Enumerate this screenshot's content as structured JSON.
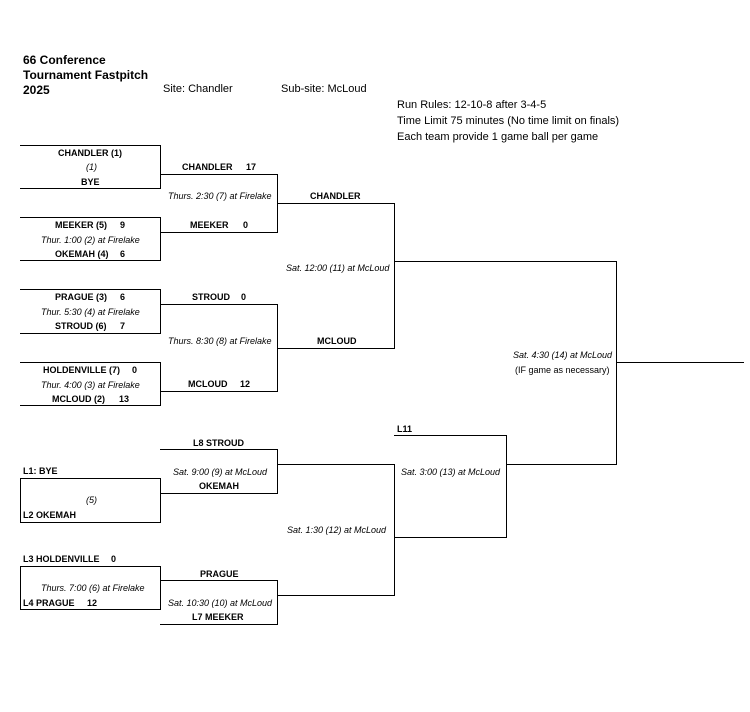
{
  "header": {
    "title_line1": "66 Conference",
    "title_line2": "Tournament Fastpitch",
    "title_line3": "2025",
    "site": "Site: Chandler",
    "subsite": "Sub-site: McLoud"
  },
  "rules": {
    "line1": "Run Rules: 12-10-8 after 3-4-5",
    "line2": "Time Limit 75 minutes (No time limit on finals)",
    "line3": "Each team provide 1 game ball per game"
  },
  "round1": {
    "g1": {
      "top": "CHANDLER (1)",
      "note": "(1)",
      "bottom": "BYE"
    },
    "g2": {
      "top": "MEEKER (5)",
      "top_score": "9",
      "note": "Thur. 1:00 (2) at Firelake",
      "bottom": "OKEMAH (4)",
      "bottom_score": "6"
    },
    "g3": {
      "top": "PRAGUE (3)",
      "top_score": "6",
      "note": "Thur. 5:30 (4) at Firelake",
      "bottom": "STROUD (6)",
      "bottom_score": "7"
    },
    "g4": {
      "top": "HOLDENVILLE (7)",
      "top_score": "0",
      "note": "Thur. 4:00 (3) at Firelake",
      "bottom": "MCLOUD (2)",
      "bottom_score": "13"
    }
  },
  "round2": {
    "g7": {
      "top": "CHANDLER",
      "top_score": "17",
      "note": "Thurs. 2:30 (7) at Firelake",
      "bottom": "MEEKER",
      "bottom_score": "0"
    },
    "g8": {
      "top": "STROUD",
      "top_score": "0",
      "note": "Thurs. 8:30 (8) at Firelake",
      "bottom": "MCLOUD",
      "bottom_score": "12"
    }
  },
  "semis": {
    "top": "CHANDLER",
    "note": "Sat. 12:00 (11) at McLoud",
    "bottom": "MCLOUD"
  },
  "final": {
    "note": "Sat. 4:30 (14) at McLoud",
    "note2": "(IF game as necessary)"
  },
  "loser": {
    "l1": "L1: BYE",
    "g5_note": "(5)",
    "l2": "L2 OKEMAH",
    "l3": "L3 HOLDENVILLE",
    "l3_score": "0",
    "g6_note": "Thurs. 7:00 (6) at Firelake",
    "l4": "L4 PRAGUE",
    "l4_score": "12",
    "l8": "L8 STROUD",
    "g9_note": "Sat. 9:00 (9) at McLoud",
    "g9_bottom": "OKEMAH",
    "g10_top": "PRAGUE",
    "g10_note": "Sat. 10:30 (10) at McLoud",
    "l7": "L7 MEEKER",
    "g12_note": "Sat. 1:30 (12) at McLoud",
    "l11": "L11",
    "g13_note": "Sat. 3:00 (13) at McLoud"
  }
}
